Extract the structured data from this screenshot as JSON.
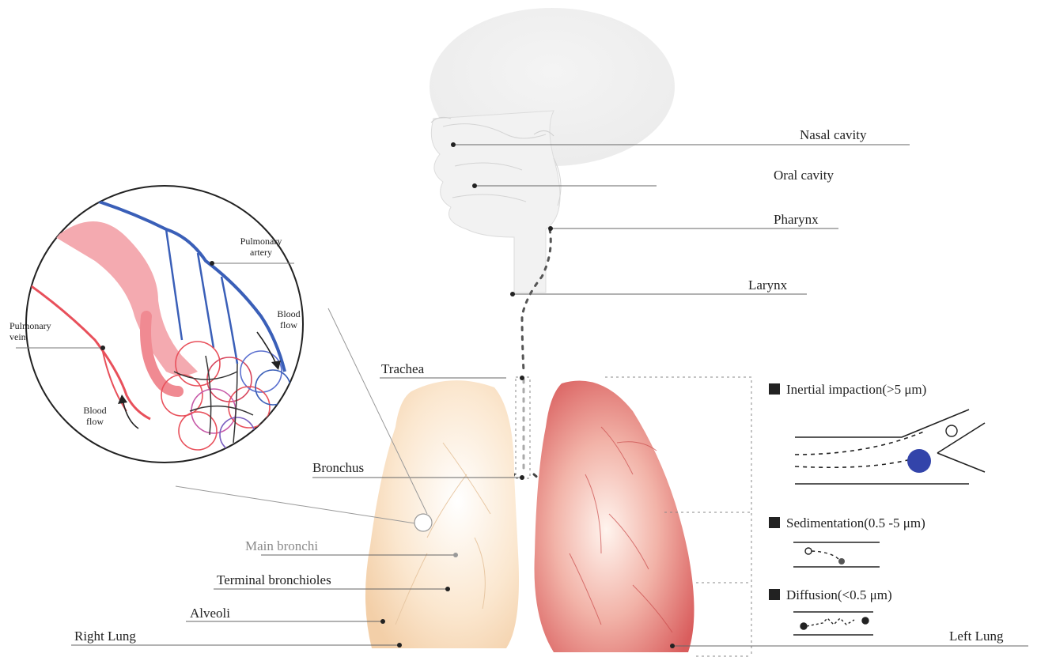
{
  "labels": {
    "nasal_cavity": "Nasal cavity",
    "oral_cavity": "Oral cavity",
    "pharynx": "Pharynx",
    "larynx": "Larynx",
    "trachea": "Trachea",
    "bronchus": "Bronchus",
    "main_bronchi": "Main bronchi",
    "terminal_bronchioles": "Terminal bronchioles",
    "alveoli": "Alveoli",
    "right_lung": "Right Lung",
    "left_lung": "Left Lung"
  },
  "inset": {
    "pulmonary_artery_1": "Pulmonary",
    "pulmonary_artery_2": "artery",
    "pulmonary_vein_1": "Pulmonary",
    "pulmonary_vein_2": "vein",
    "blood_flow_right_1": "Blood",
    "blood_flow_right_2": "flow",
    "blood_flow_left_1": "Blood",
    "blood_flow_left_2": "flow"
  },
  "legend": {
    "inertial": "Inertial impaction(>5 μm)",
    "sedimentation": "Sedimentation(0.5 -5 μm)",
    "diffusion": "Diffusion(<0.5 μm)"
  },
  "colors": {
    "artery": "#3a5fb8",
    "vein": "#e8505b",
    "lung_left": "#e07070",
    "lung_right": "#f6d9b8",
    "particle": "#3344aa"
  }
}
